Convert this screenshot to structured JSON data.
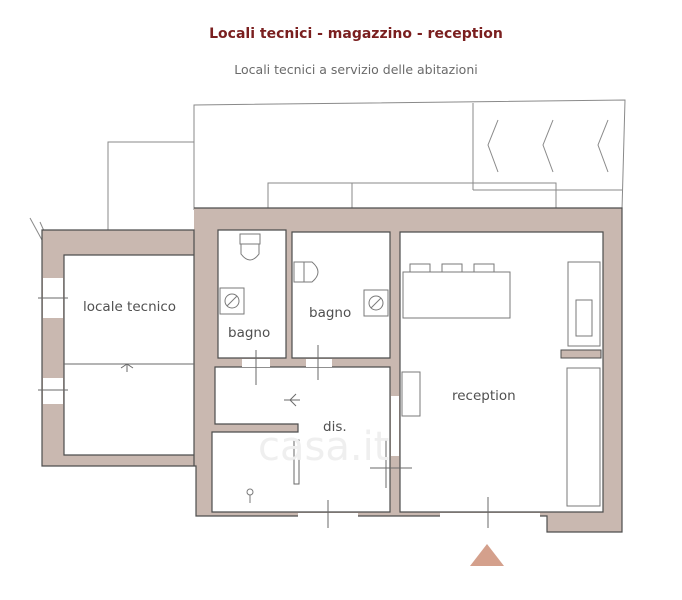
{
  "header": {
    "title": "Locali tecnici - magazzino - reception",
    "subtitle": "Locali tecnici a servizio delle abitazioni"
  },
  "rooms": {
    "locale_tecnico": "locale tecnico",
    "bagno_1": "bagno",
    "bagno_2": "bagno",
    "dis": "dis.",
    "reception": "reception"
  },
  "watermark": "casa.it",
  "colors": {
    "wall": "#c9b8b0",
    "wall_stroke": "#4d4d4d",
    "title": "#7a1f1f",
    "entrance_marker": "#d4a08c",
    "line": "#7a7a7a"
  }
}
